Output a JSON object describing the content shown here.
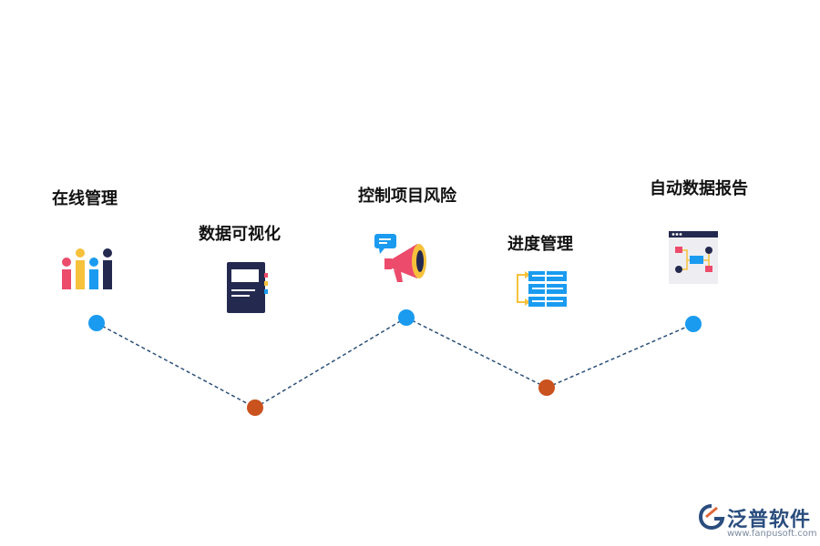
{
  "steps": [
    {
      "label": "在线管理",
      "icon": "bar-chart-icon",
      "level": "high"
    },
    {
      "label": "数据可视化",
      "icon": "document-icon",
      "level": "low"
    },
    {
      "label": "控制项目风险",
      "icon": "megaphone-icon",
      "level": "high"
    },
    {
      "label": "进度管理",
      "icon": "server-stack-icon",
      "level": "low"
    },
    {
      "label": "自动数据报告",
      "icon": "flowchart-report-icon",
      "level": "high"
    }
  ],
  "colors": {
    "high_node": "#1a9bf0",
    "low_node": "#c9521e",
    "connector": "#2b4f78",
    "navy": "#24294f"
  },
  "logo": {
    "name": "泛普软件",
    "url": "www.fanpusoft.com"
  }
}
